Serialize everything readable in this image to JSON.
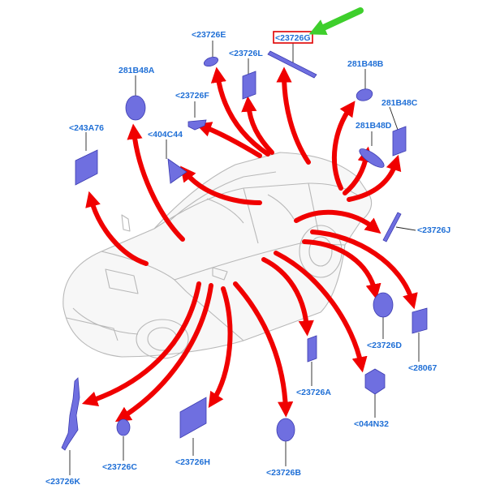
{
  "colors": {
    "label": "#1f6fd6",
    "part_fill": "#6f6fe0",
    "part_stroke": "#3b3bb0",
    "arrow": "#f00000",
    "highlight_box": "#e00000",
    "pointer_arrow": "#3ecf2c",
    "car_outline": "#b8b8b8",
    "leader": "#222222"
  },
  "labels": {
    "e": "<23726E",
    "g": "<23726G",
    "l": "<23726L",
    "b48a": "281B48A",
    "b48b": "281B48B",
    "b48c": "281B48C",
    "b48d": "281B48D",
    "f": "<23726F",
    "c44": "<404C44",
    "a76": "<243A76",
    "j": "<23726J",
    "d": "<23726D",
    "p067": "<28067",
    "a": "<23726A",
    "n32": "<044N32",
    "k": "<23726K",
    "c": "<23726C",
    "h": "<23726H",
    "b": "<23726B"
  },
  "highlighted_part": "<23726G",
  "icons": {
    "pointer": "green-pointer-arrow-icon",
    "vehicle": "vehicle-phantom-view"
  }
}
